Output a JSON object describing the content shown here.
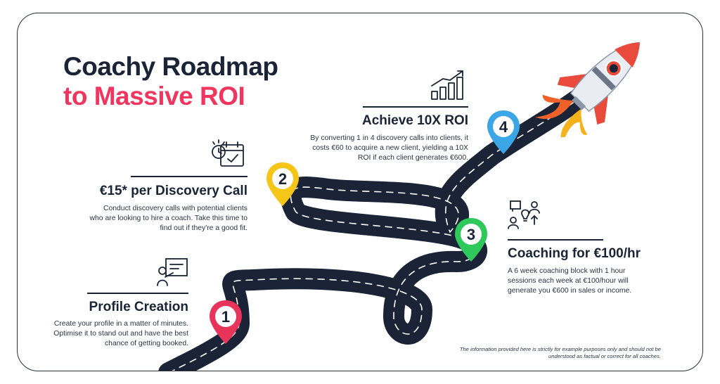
{
  "title": {
    "line1": "Coachy Roadmap",
    "line2": "to Massive ROI"
  },
  "steps": [
    {
      "number": "1",
      "heading": "Profile Creation",
      "description": "Create your profile in a matter of minutes. Optimise it to stand out and have the best chance of getting booked."
    },
    {
      "number": "2",
      "heading": "€15* per Discovery Call",
      "description": "Conduct discovery calls with potential clients who are looking to hire a coach. Take this time to find out if they're a good fit."
    },
    {
      "number": "3",
      "heading": "Coaching for €100/hr",
      "description": "A 6 week coaching block with 1 hour sessions each week at €100/hour will generate you €600 in sales or income."
    },
    {
      "number": "4",
      "heading": "Achieve 10X ROI",
      "description": "By converting 1 in 4 discovery calls into clients, it costs €60 to acquire a new client, yielding a 10X ROI if each client generates €600."
    }
  ],
  "disclaimer": "The information provided here is strictly for example purposes only and should not be understood as factual or correct for all coaches.",
  "colors": {
    "pin1": "#e8345a",
    "pin2": "#f5c518",
    "pin3": "#2fc85a",
    "pin4": "#3aa6e6",
    "road": "#1a2436",
    "accent": "#f0365f"
  },
  "icons": [
    "presentation-icon",
    "calendar-clock-icon",
    "coaching-people-icon",
    "growth-chart-icon",
    "rocket-icon"
  ]
}
